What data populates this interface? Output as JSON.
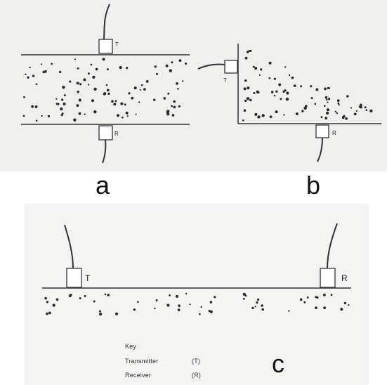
{
  "panels": {
    "a": {
      "label": "a",
      "transmitter_tag": "T",
      "receiver_tag": "R"
    },
    "b": {
      "label": "b",
      "transmitter_tag": "T",
      "receiver_tag": "R"
    },
    "c": {
      "label": "c",
      "transmitter_tag": "T",
      "receiver_tag": "R"
    }
  },
  "key": {
    "title": "Key",
    "transmitter_label": "Transmitter",
    "transmitter_code": "(T)",
    "receiver_label": "Receiver",
    "receiver_code": "(R)"
  },
  "colors": {
    "ink": "#2a2a2a",
    "scan_background": "#efefed",
    "page_background": "#ffffff"
  }
}
